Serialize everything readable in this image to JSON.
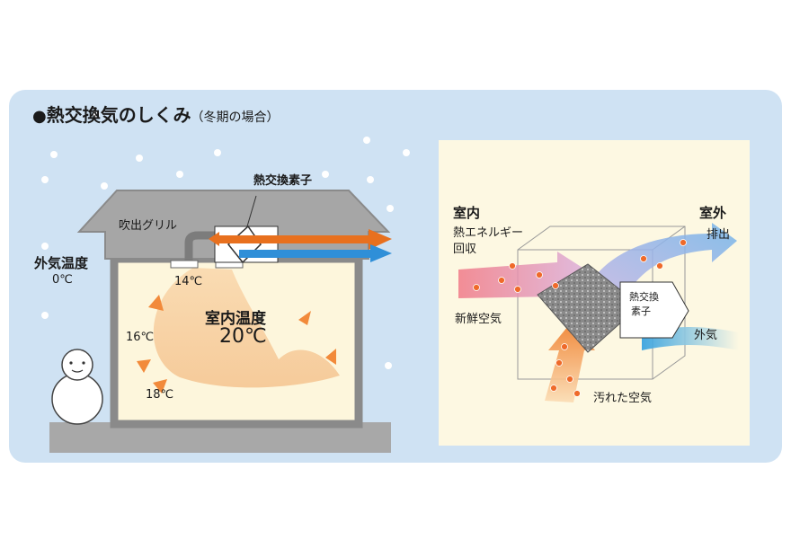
{
  "title": {
    "bullet": "●",
    "main": "熱交換気のしくみ",
    "sub": "（冬期の場合）"
  },
  "left": {
    "grille_label": "吹出グリル",
    "element_label": "熱交換素子",
    "outside_temp_label": "外気温度",
    "outside_temp_value": "0℃",
    "grille_temp": "14℃",
    "indoor_temp_label": "室内温度",
    "indoor_temp_value": "20℃",
    "temp_16": "16℃",
    "temp_18": "18℃"
  },
  "right": {
    "indoor": "室内",
    "outdoor": "室外",
    "heat_recovery_line1": "熱エネルギー",
    "heat_recovery_line2": "回収",
    "exhaust": "排出",
    "fresh_air": "新鮮空気",
    "element_line1": "熱交換",
    "element_line2": "素子",
    "outside_air": "外気",
    "dirty_air": "汚れた空気"
  },
  "colors": {
    "panel": "#cfe2f3",
    "warm_arrow": "#e8701e",
    "cool_arrow": "#2f8fd8",
    "house_roof": "#a6a6a6",
    "house_interior": "#fdf6dc"
  }
}
